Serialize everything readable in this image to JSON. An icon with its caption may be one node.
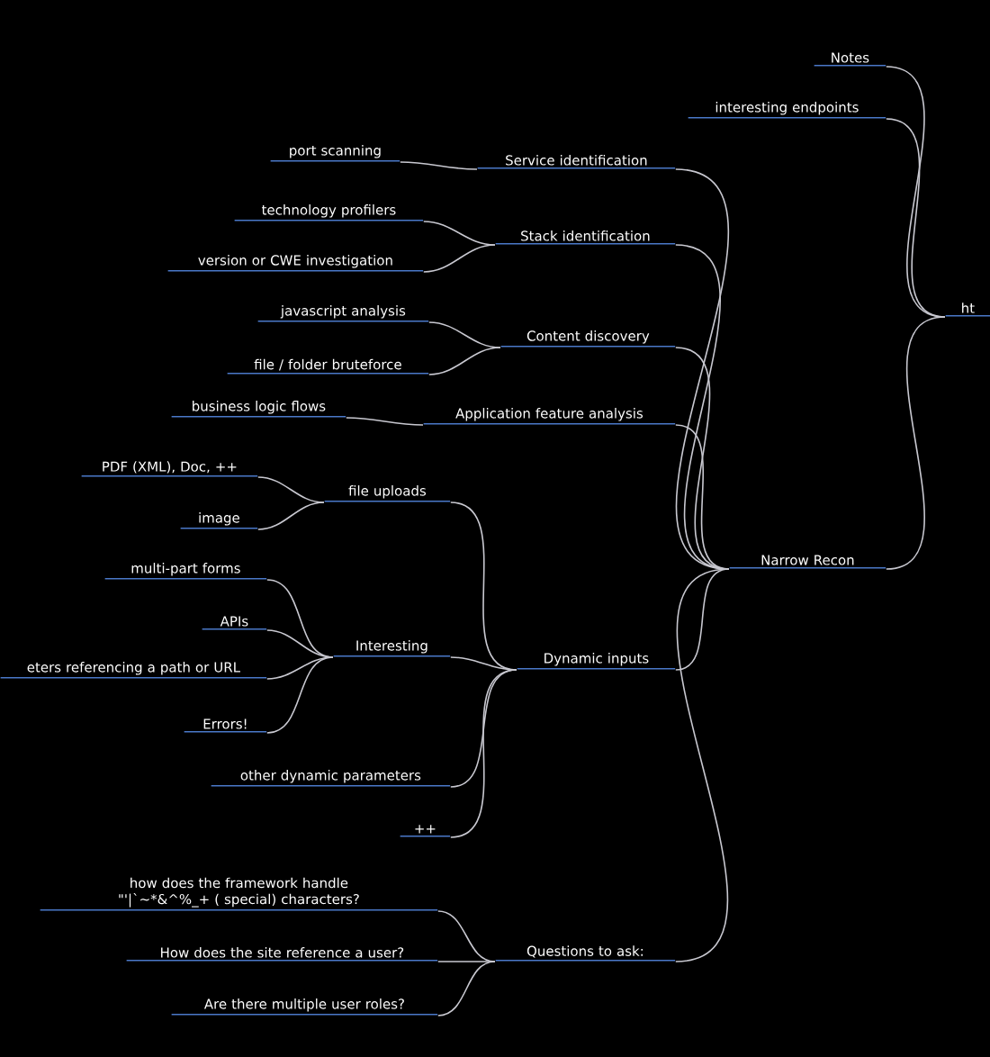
{
  "diagram": {
    "nodes": [
      {
        "text": [
          "ht"
        ]
      },
      {
        "text": [
          "Notes"
        ]
      },
      {
        "text": [
          "interesting endpoints"
        ]
      },
      {
        "text": [
          "Narrow Recon"
        ]
      },
      {
        "text": [
          "Service identification"
        ]
      },
      {
        "text": [
          "port scanning"
        ]
      },
      {
        "text": [
          "Stack identification"
        ]
      },
      {
        "text": [
          "technology profilers"
        ]
      },
      {
        "text": [
          "version or CWE investigation"
        ]
      },
      {
        "text": [
          "Content discovery"
        ]
      },
      {
        "text": [
          "javascript analysis"
        ]
      },
      {
        "text": [
          "file / folder bruteforce"
        ]
      },
      {
        "text": [
          "Application feature analysis"
        ]
      },
      {
        "text": [
          "business logic flows"
        ]
      },
      {
        "text": [
          "Dynamic inputs"
        ]
      },
      {
        "text": [
          "file uploads"
        ]
      },
      {
        "text": [
          "PDF (XML), Doc, ++"
        ]
      },
      {
        "text": [
          "image"
        ]
      },
      {
        "text": [
          "Interesting"
        ]
      },
      {
        "text": [
          "multi-part forms"
        ]
      },
      {
        "text": [
          "APIs"
        ]
      },
      {
        "text": [
          "eters referencing a path or URL"
        ]
      },
      {
        "text": [
          "Errors!"
        ]
      },
      {
        "text": [
          "other dynamic parameters"
        ]
      },
      {
        "text": [
          "++"
        ]
      },
      {
        "text": [
          "Questions to ask:"
        ]
      },
      {
        "text": [
          "how does the framework handle \"'|`~*&^%_+ ( special) characters?"
        ]
      },
      {
        "text": [
          "How does the site reference a user?"
        ]
      },
      {
        "text": [
          "Are there multiple user roles?"
        ]
      }
    ],
    "edges": [
      {
        "from": 0,
        "to": 1,
        "arrow": "none"
      },
      {
        "from": 0,
        "to": 2,
        "arrow": "none"
      },
      {
        "from": 0,
        "to": 3,
        "arrow": "none"
      },
      {
        "from": 3,
        "to": 4,
        "arrow": "none"
      },
      {
        "from": 3,
        "to": 6,
        "arrow": "none"
      },
      {
        "from": 3,
        "to": 9,
        "arrow": "none"
      },
      {
        "from": 3,
        "to": 12,
        "arrow": "none"
      },
      {
        "from": 3,
        "to": 14,
        "arrow": "none"
      },
      {
        "from": 3,
        "to": 25,
        "arrow": "none"
      },
      {
        "from": 4,
        "to": 5,
        "arrow": "none"
      },
      {
        "from": 6,
        "to": 7,
        "arrow": "none"
      },
      {
        "from": 6,
        "to": 8,
        "arrow": "none"
      },
      {
        "from": 9,
        "to": 10,
        "arrow": "none"
      },
      {
        "from": 9,
        "to": 11,
        "arrow": "none"
      },
      {
        "from": 12,
        "to": 13,
        "arrow": "none"
      },
      {
        "from": 14,
        "to": 15,
        "arrow": "none"
      },
      {
        "from": 14,
        "to": 18,
        "arrow": "none"
      },
      {
        "from": 14,
        "to": 23,
        "arrow": "none"
      },
      {
        "from": 14,
        "to": 24,
        "arrow": "none"
      },
      {
        "from": 15,
        "to": 16,
        "arrow": "none"
      },
      {
        "from": 15,
        "to": 17,
        "arrow": "none"
      },
      {
        "from": 18,
        "to": 19,
        "arrow": "none"
      },
      {
        "from": 18,
        "to": 20,
        "arrow": "none"
      },
      {
        "from": 18,
        "to": 21,
        "arrow": "none"
      },
      {
        "from": 18,
        "to": 22,
        "arrow": "none"
      },
      {
        "from": 25,
        "to": 26,
        "arrow": "none"
      },
      {
        "from": 25,
        "to": 27,
        "arrow": "none"
      },
      {
        "from": 25,
        "to": 28,
        "arrow": "none"
      }
    ]
  }
}
